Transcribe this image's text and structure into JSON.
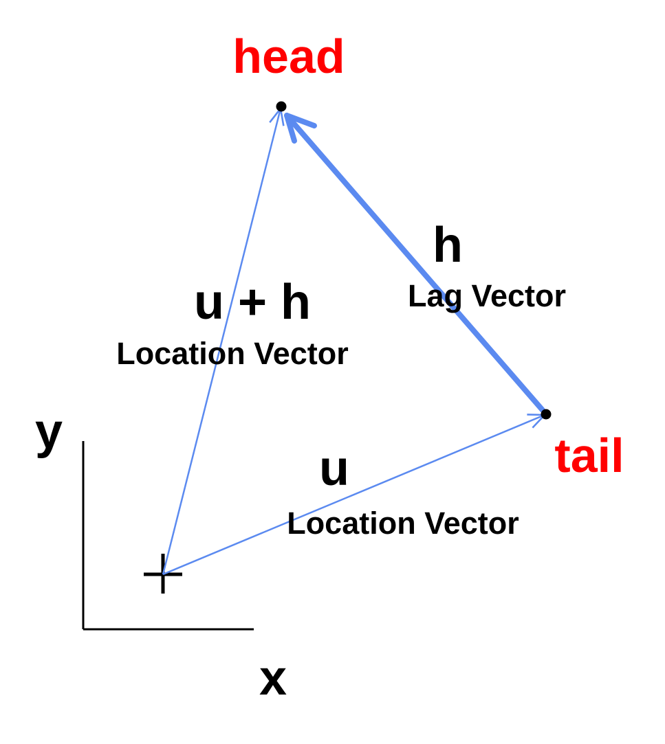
{
  "labels": {
    "head": "head",
    "tail": "tail",
    "sum_vector_symbol": "u + h",
    "sum_vector_caption": "Location Vector",
    "lag_vector_symbol": "h",
    "lag_vector_caption": "Lag Vector",
    "location_vector_symbol": "u",
    "location_vector_caption": "Location Vector",
    "y_axis": "y",
    "x_axis": "x"
  },
  "colors": {
    "endpoint_label": "#ff0000",
    "vector": "#5b8af0",
    "text": "#000000",
    "axis": "#000000"
  },
  "icons": {
    "origin_marker": "plus-icon",
    "endpoint_marker": "dot-icon"
  }
}
